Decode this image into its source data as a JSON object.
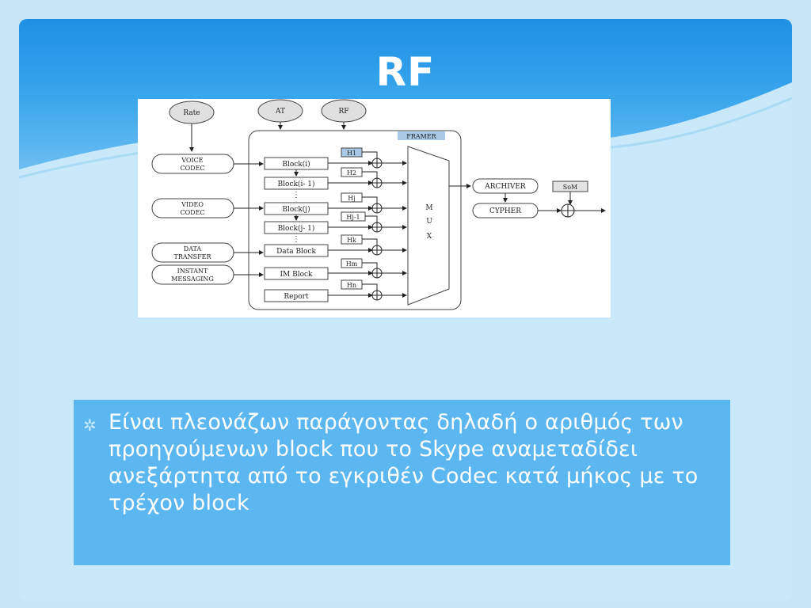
{
  "slide": {
    "title": "RF",
    "bullet": "Είναι πλεονάζων παράγοντας δηλαδή ο αριθμός των προηγούμενων block που το Skype αναμεταδίδει ανεξάρτητα από το εγκριθέν Codec κατά μήκος με το τρέχον block"
  },
  "diagram": {
    "inputs": {
      "rate": "Rate",
      "at": "AT",
      "rf": "RF"
    },
    "sources": {
      "voice1": "VOICE",
      "voice2": "CODEC",
      "video1": "VIDEO",
      "video2": "CODEC",
      "data1": "DATA",
      "data2": "TRANSFER",
      "im1": "INSTANT",
      "im2": "MESSAGING"
    },
    "framer_label": "FRAMER",
    "blocks": {
      "b_i": "Block(i)",
      "b_i1": "Block(i- 1)",
      "b_j": "Block(j)",
      "b_j1": "Block(j- 1)",
      "data": "Data Block",
      "im": "IM Block",
      "report": "Report"
    },
    "headers": {
      "h1": "H1",
      "h2": "H2",
      "hj": "Hj",
      "hj1": "Hj-1",
      "hk": "Hk",
      "hm": "Hm",
      "hn": "Hn"
    },
    "ellipsis": "⋮",
    "mux": [
      "M",
      "U",
      "X"
    ],
    "archiver": "ARCHIVER",
    "cypher": "CYPHER",
    "som": "SoM"
  }
}
